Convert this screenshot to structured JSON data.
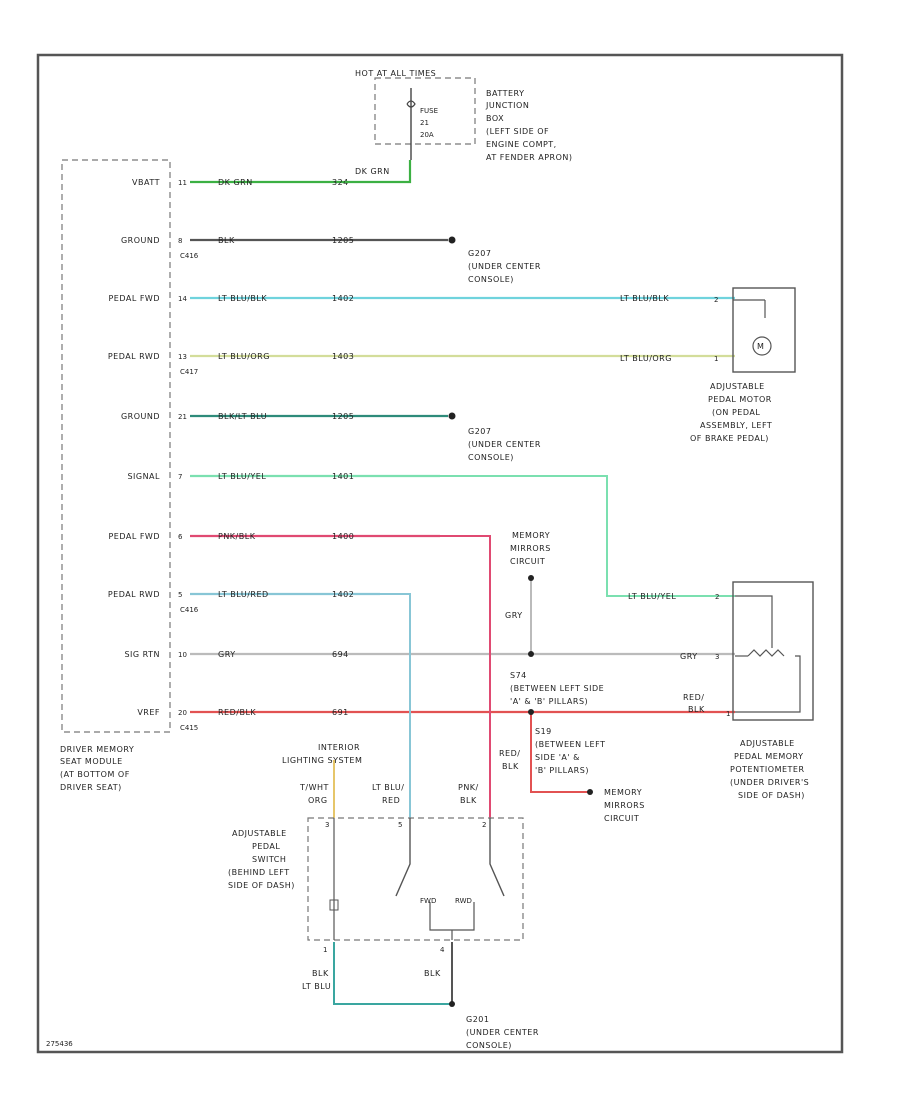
{
  "fuse_box": {
    "title": "HOT AT ALL TIMES",
    "fuse_label": "FUSE",
    "fuse_number": "21",
    "fuse_rating": "20A",
    "location": [
      "BATTERY",
      "JUNCTION",
      "BOX",
      "(LEFT SIDE OF",
      "ENGINE COMPT,",
      "AT FENDER APRON)"
    ],
    "wire_label": "DK GRN"
  },
  "module": {
    "name": [
      "DRIVER MEMORY",
      "SEAT MODULE",
      "(AT BOTTOM OF",
      "DRIVER SEAT)"
    ],
    "pins": [
      {
        "label": "VBATT",
        "pin": "11",
        "wire": "DK GRN",
        "circuit": "324",
        "connector": "",
        "color": "#3cb043"
      },
      {
        "label": "GROUND",
        "pin": "8",
        "wire": "BLK",
        "circuit": "1205",
        "connector": "C416",
        "color": "#555555"
      },
      {
        "label": "PEDAL FWD",
        "pin": "14",
        "wire": "LT BLU/BLK",
        "circuit": "1402",
        "connector": "",
        "color": "#6fd3dd"
      },
      {
        "label": "PEDAL RWD",
        "pin": "13",
        "wire": "LT BLU/ORG",
        "circuit": "1403",
        "connector": "C417",
        "color": "#d3dd9a"
      },
      {
        "label": "GROUND",
        "pin": "21",
        "wire": "BLK/LT BLU",
        "circuit": "1205",
        "connector": "",
        "color": "#2e8b7a"
      },
      {
        "label": "SIGNAL",
        "pin": "7",
        "wire": "LT BLU/YEL",
        "circuit": "1401",
        "connector": "",
        "color": "#7be0b0"
      },
      {
        "label": "PEDAL FWD",
        "pin": "6",
        "wire": "PNK/BLK",
        "circuit": "1400",
        "connector": "",
        "color": "#e04a72"
      },
      {
        "label": "PEDAL RWD",
        "pin": "5",
        "wire": "LT BLU/RED",
        "circuit": "1402",
        "connector": "C416",
        "color": "#88c6d6"
      },
      {
        "label": "SIG RTN",
        "pin": "10",
        "wire": "GRY",
        "circuit": "694",
        "connector": "",
        "color": "#bbbbbb"
      },
      {
        "label": "VREF",
        "pin": "20",
        "wire": "RED/BLK",
        "circuit": "691",
        "connector": "C415",
        "color": "#e25252"
      }
    ]
  },
  "grounds": {
    "g1": [
      "G207",
      "(UNDER CENTER",
      "CONSOLE)"
    ],
    "g2": [
      "G207",
      "(UNDER CENTER",
      "CONSOLE)"
    ],
    "g3": [
      "G201",
      "(UNDER CENTER",
      "CONSOLE)"
    ]
  },
  "motor": {
    "name": [
      "ADJUSTABLE",
      "PEDAL MOTOR",
      "(ON PEDAL",
      "ASSEMBLY, LEFT",
      "OF BRAKE PEDAL)"
    ],
    "pin1": "2",
    "pin2": "1",
    "symbol": "M",
    "wire1": "LT BLU/BLK",
    "wire2": "LT BLU/ORG"
  },
  "potentiometer": {
    "name": [
      "ADJUSTABLE",
      "PEDAL MEMORY",
      "POTENTIOMETER",
      "(UNDER DRIVER'S",
      "SIDE OF DASH)"
    ],
    "pins": [
      "2",
      "3",
      "1"
    ],
    "wire_signal": "LT BLU/YEL",
    "wire_gry": "GRY",
    "wire_red": [
      "RED/",
      "BLK"
    ]
  },
  "memory_mirrors": {
    "top": [
      "MEMORY",
      "MIRRORS",
      "CIRCUIT"
    ],
    "bottom": [
      "MEMORY",
      "MIRRORS",
      "CIRCUIT"
    ],
    "gry_label": "GRY"
  },
  "splices": {
    "s1": [
      "S74",
      "(BETWEEN LEFT SIDE",
      "'A' & 'B' PILLARS)"
    ],
    "s2": [
      "S19",
      "(BETWEEN LEFT",
      "SIDE 'A' &",
      "'B' PILLARS)"
    ],
    "s2_wire": [
      "RED/",
      "BLK"
    ]
  },
  "switch": {
    "name": [
      "ADJUSTABLE",
      "PEDAL",
      "SWITCH",
      "(BEHIND LEFT",
      "SIDE OF DASH)"
    ],
    "interior_light": [
      "INTERIOR",
      "LIGHTING SYSTEM"
    ],
    "wires_top": [
      {
        "pin": "3",
        "text": [
          "T/WHT",
          "ORG"
        ]
      },
      {
        "pin": "5",
        "text": [
          "LT BLU/",
          "RED"
        ]
      },
      {
        "pin": "2",
        "text": [
          "PNK/",
          "BLK"
        ]
      }
    ],
    "fwd": "FWD",
    "rwd": "RWD",
    "bottom_pins": [
      "1",
      "4"
    ],
    "bottom_wires": [
      [
        "BLK",
        "LT BLU"
      ],
      [
        "BLK"
      ]
    ]
  },
  "footer_code": "275436"
}
